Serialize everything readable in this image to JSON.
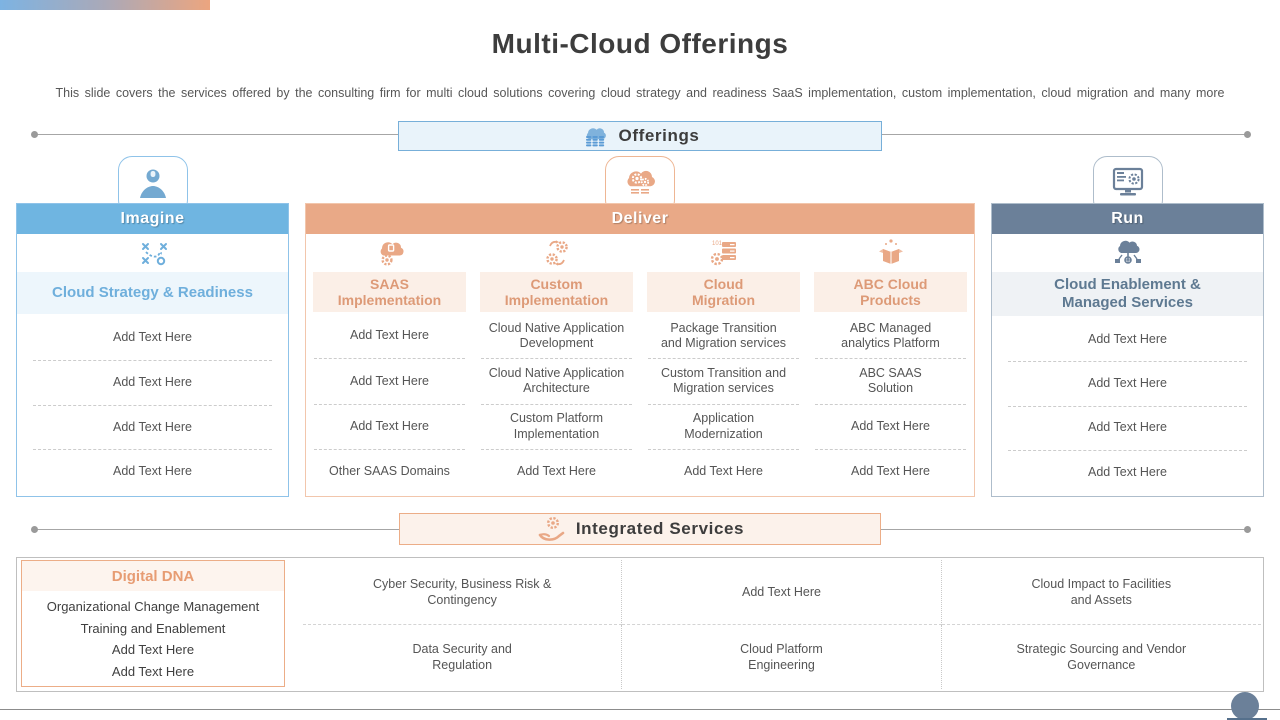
{
  "slide": {
    "title": "Multi-Cloud Offerings",
    "subtitle": "This slide covers the services offered  by the consulting firm for multi cloud solutions covering cloud strategy and readiness SaaS implementation, custom implementation, cloud migration and many more"
  },
  "offerings_band": {
    "label": "Offerings"
  },
  "integrated_band": {
    "label": "Integrated Services"
  },
  "columns": {
    "imagine": {
      "header": "Imagine",
      "service_title": "Cloud Strategy & Readiness",
      "items": [
        "Add Text Here",
        "Add Text Here",
        "Add Text Here",
        "Add Text Here"
      ]
    },
    "deliver": {
      "header": "Deliver",
      "subcolumns": [
        {
          "title": "SAAS\nImplementation",
          "items": [
            "Add Text Here",
            "Add Text Here",
            "Add Text Here",
            "Other SAAS Domains"
          ]
        },
        {
          "title": "Custom\nImplementation",
          "items": [
            "Cloud Native Application\nDevelopment",
            "Cloud Native Application\nArchitecture",
            "Custom Platform\nImplementation",
            "Add Text Here"
          ]
        },
        {
          "title": "Cloud\nMigration",
          "items": [
            "Package Transition\nand Migration services",
            "Custom Transition and\nMigration services",
            "Application\nModernization",
            "Add Text Here"
          ]
        },
        {
          "title": "ABC Cloud\nProducts",
          "items": [
            "ABC Managed\nanalytics Platform",
            "ABC SAAS\nSolution",
            "Add Text Here",
            "Add Text Here"
          ]
        }
      ]
    },
    "run": {
      "header": "Run",
      "service_title": "Cloud Enablement &\nManaged Services",
      "items": [
        "Add Text Here",
        "Add Text Here",
        "Add Text Here",
        "Add Text Here"
      ]
    }
  },
  "integrated": {
    "digital_dna": {
      "title": "Digital DNA",
      "items": [
        "Organizational Change Management",
        "Training and Enablement",
        "Add Text Here",
        "Add Text Here"
      ]
    },
    "grid": [
      [
        "Cyber Security, Business Risk &\nContingency",
        "Add Text Here",
        "Cloud Impact to Facilities\nand Assets"
      ],
      [
        "Data Security and\nRegulation",
        "Cloud Platform\nEngineering",
        "Strategic Sourcing and Vendor\nGovernance"
      ]
    ]
  },
  "colors": {
    "imagine_accent": "#6fb5e1",
    "deliver_accent": "#e9a987",
    "run_accent": "#6b8099",
    "offerings_fill": "#e9f3fa",
    "offerings_border": "#77afd9",
    "integrated_fill": "#fcf2eb",
    "integrated_border": "#ecad87",
    "body_text": "#555555",
    "title_text": "#3d3d3d"
  }
}
